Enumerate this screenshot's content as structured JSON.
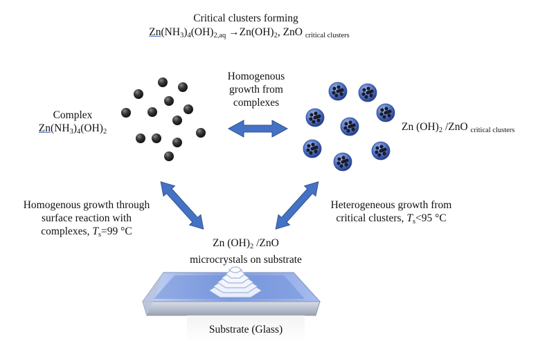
{
  "top": {
    "title": "Critical clusters forming",
    "eq_zn": "Zn",
    "eq_nh3": "(NH",
    "eq_3": "3",
    "eq_close": ")",
    "eq_4": "4",
    "eq_oh": "(OH)",
    "eq_2aq": "2,aq",
    "eq_arrow": " →Zn(OH)",
    "eq_2": "2",
    "eq_zno": ", ZnO ",
    "eq_cc": "critical clusters"
  },
  "complex": {
    "label": "Complex",
    "f_zn": "Zn",
    "f_nh3": "(NH",
    "f_3": "3",
    "f_close": ")",
    "f_4": "4",
    "f_oh": "(OH)",
    "f_2": "2"
  },
  "homogenous_top": {
    "line1": "Homogenous",
    "line2": "growth from",
    "line3": "complexes"
  },
  "right_label": {
    "main": "Zn (OH)",
    "sub2": "2",
    "rest": " /ZnO ",
    "cc": "critical clusters"
  },
  "left_growth": {
    "line1": "Homogenous growth through",
    "line2": "surface reaction with",
    "line3_pre": "complexes, ",
    "line3_T": "T",
    "line3_s": "s",
    "line3_post": "=99 °C"
  },
  "right_growth": {
    "line1": "Heterogeneous growth from",
    "line2_pre": "critical clusters, ",
    "line2_T": "T",
    "line2_s": "s",
    "line2_post": "<95 °C"
  },
  "center": {
    "line1_main": "Zn (OH)",
    "line1_sub": "2",
    "line1_rest": " /ZnO",
    "line2": "microcrystals on substrate"
  },
  "substrate": {
    "label": "Substrate (Glass)"
  },
  "colors": {
    "arrow": "#4472c4",
    "arrow_edge": "#2f528f",
    "particle": "#333333",
    "cluster": "#3d5fb0",
    "glass": "#9fb4e8"
  }
}
